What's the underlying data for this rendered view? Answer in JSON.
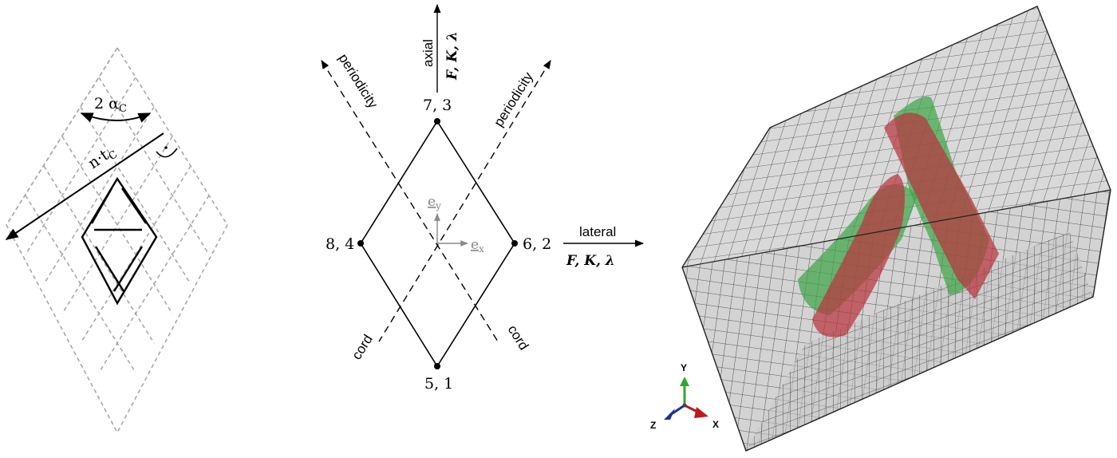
{
  "left_panel": {
    "angle_label": "2 α",
    "angle_sub": "C",
    "length_label": "n·t",
    "length_sub": "C"
  },
  "center_panel": {
    "axial_label": "axial",
    "axial_tensors": "F, K, λ",
    "lateral_label": "lateral",
    "lateral_tensors": "F, K, λ",
    "periodicity_left": "periodicity",
    "periodicity_right": "periodicity",
    "cord_left": "cord",
    "cord_right": "cord",
    "node_top": "7, 3",
    "node_left": "8, 4",
    "node_right": "6, 2",
    "node_bottom": "5, 1",
    "basis_x": "e",
    "basis_x_sub": "x",
    "basis_y": "e",
    "basis_y_sub": "y"
  },
  "right_panel": {
    "axis_y": "Y",
    "axis_x": "X",
    "axis_z": "Z",
    "colors": {
      "y_axis": "#2ea82e",
      "x_axis": "#c0181d",
      "z_axis": "#1c2f9c",
      "cord_green": "#3fa54a",
      "cord_red": "#b8353d",
      "mesh_face": "#d9d9d9"
    }
  }
}
